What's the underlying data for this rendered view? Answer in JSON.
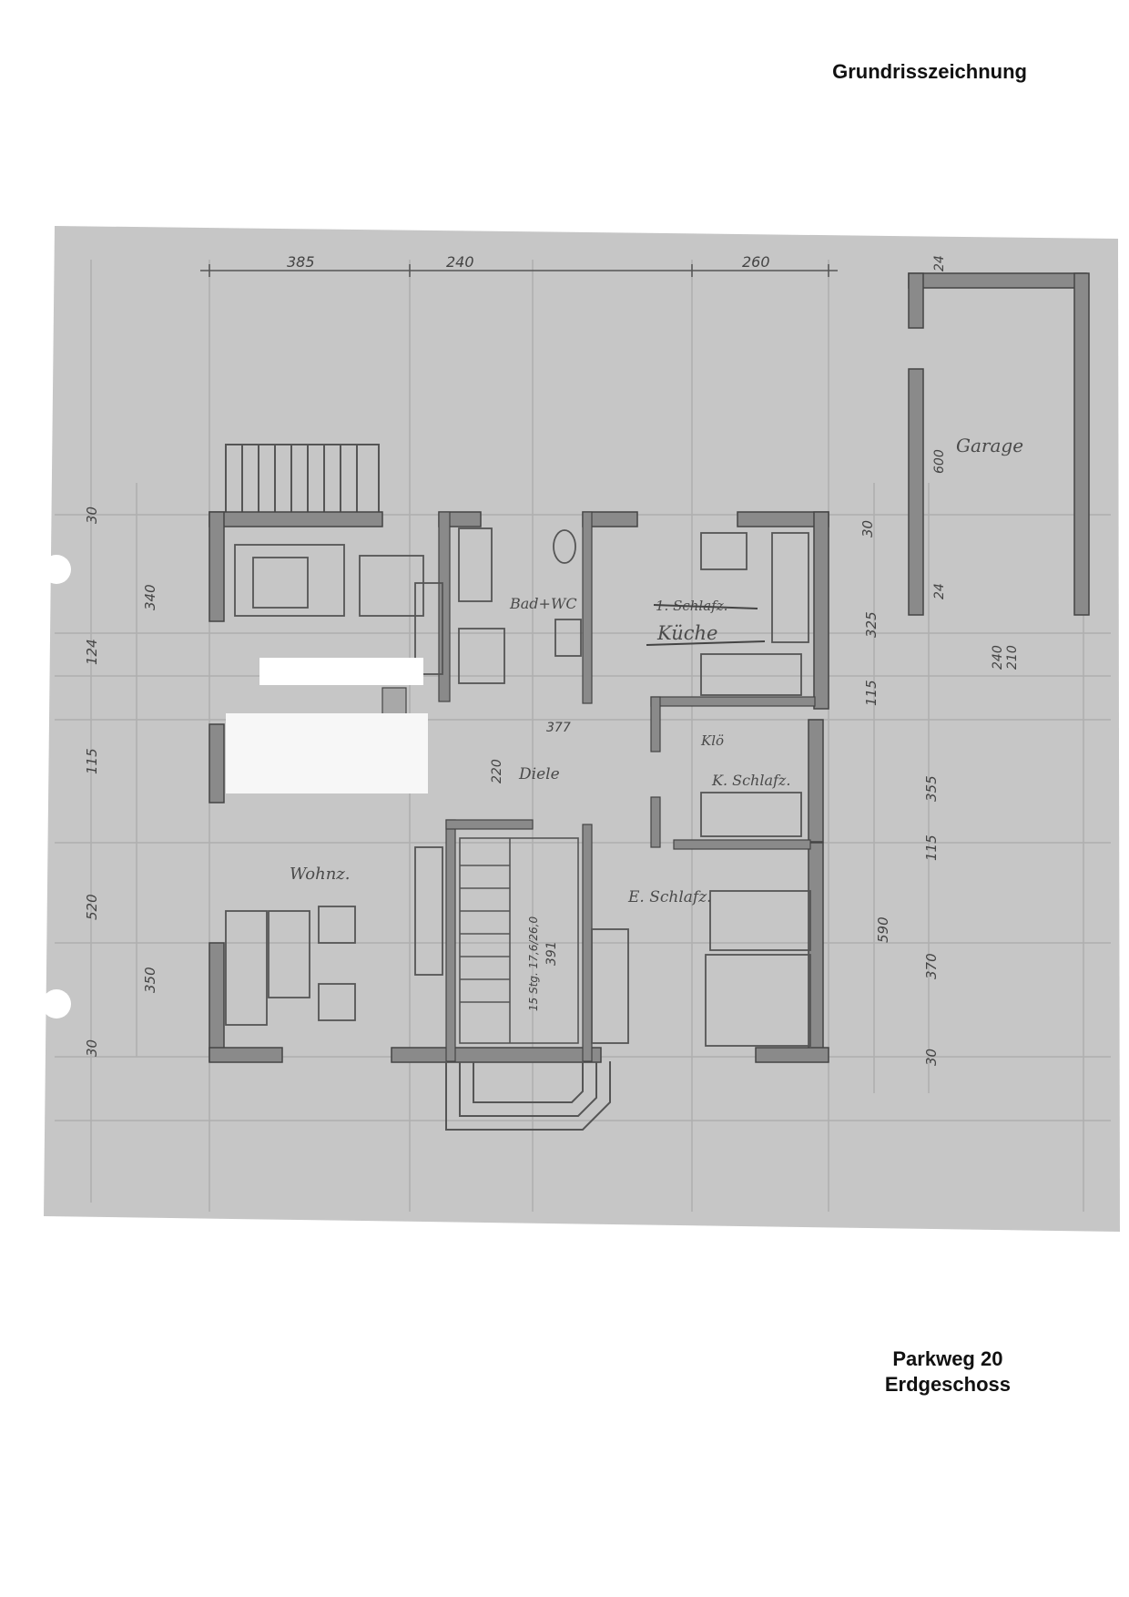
{
  "document": {
    "title": "Grundrisszeichnung",
    "address": "Parkweg 20",
    "floor": "Erdgeschoss"
  },
  "floor_plan": {
    "rooms": {
      "garage": "Garage",
      "kitchen_crossed": "1. Schlafz.",
      "kitchen": "Küche",
      "bath": "Bad+WC",
      "hall": "Diele",
      "wardrobe": "Klö",
      "kids_bedroom": "K. Schlafz.",
      "parents_bedroom": "E. Schlafz.",
      "living": "Wohnz."
    },
    "dimensions_top": [
      "385",
      "240",
      "260"
    ],
    "dimensions_left": [
      "30",
      "340",
      "124",
      "115",
      "520",
      "350",
      "30"
    ],
    "dimensions_right": [
      "30",
      "325",
      "115",
      "355",
      "115",
      "590",
      "370",
      "30"
    ],
    "dimensions_garage": [
      "24",
      "600",
      "24",
      "240",
      "210"
    ],
    "dimensions_inner": [
      "377",
      "220",
      "391",
      "15 Stg. 17,6/26,0"
    ]
  },
  "colors": {
    "paper": "#ffffff",
    "scan_gray": "#c6c6c6",
    "wall": "#8a8a8a",
    "line": "#5a5a5a"
  }
}
